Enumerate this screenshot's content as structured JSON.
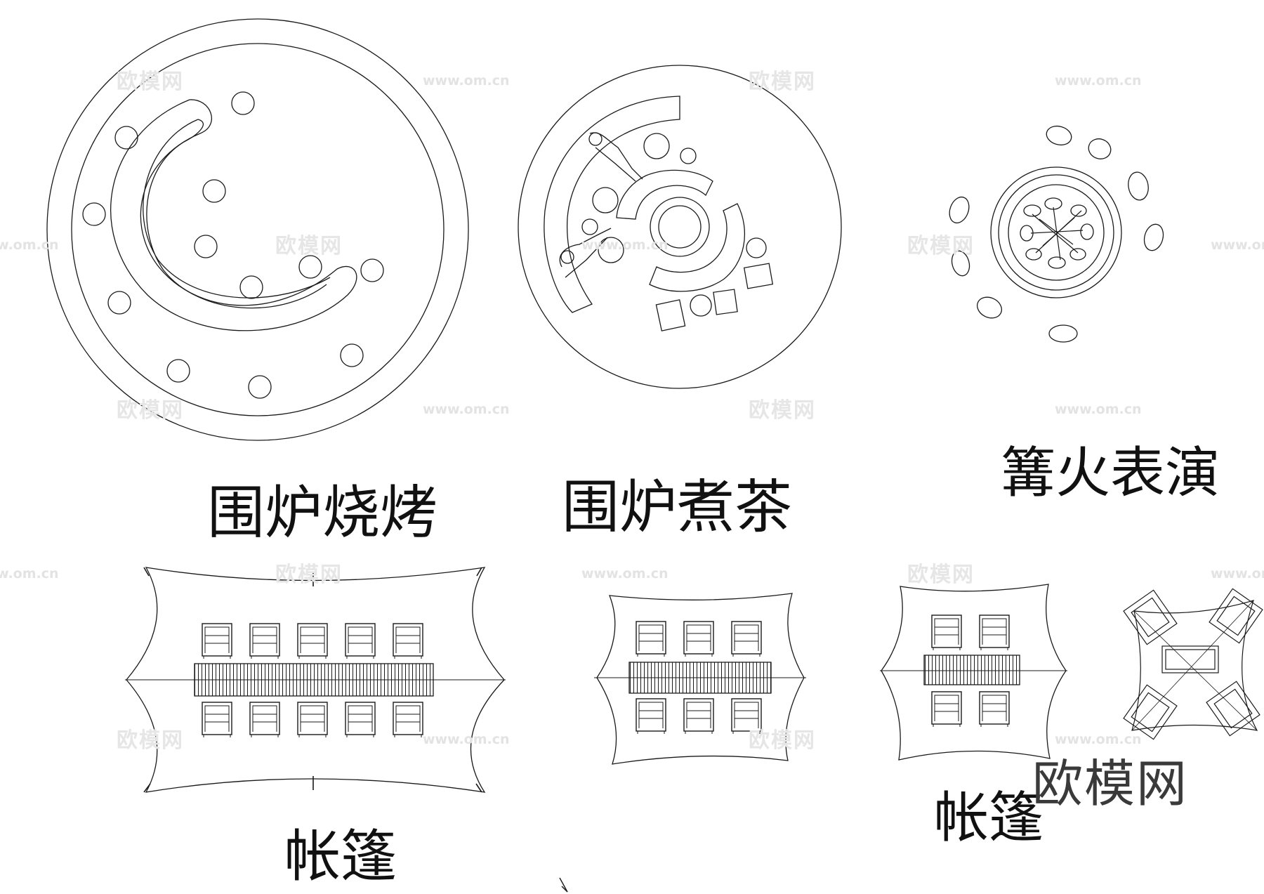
{
  "labels": {
    "bbq": "围炉烧烤",
    "tea": "围炉煮茶",
    "bonfire": "篝火表演",
    "tent_left": "帐篷",
    "tent_right": "帐篷"
  },
  "watermark": {
    "logo": "欧模网",
    "url": "www.om.cn"
  },
  "brand": "欧模网",
  "colors": {
    "line": "#1a1a1a",
    "watermark": "#e2e2e2",
    "background": "#ffffff"
  }
}
